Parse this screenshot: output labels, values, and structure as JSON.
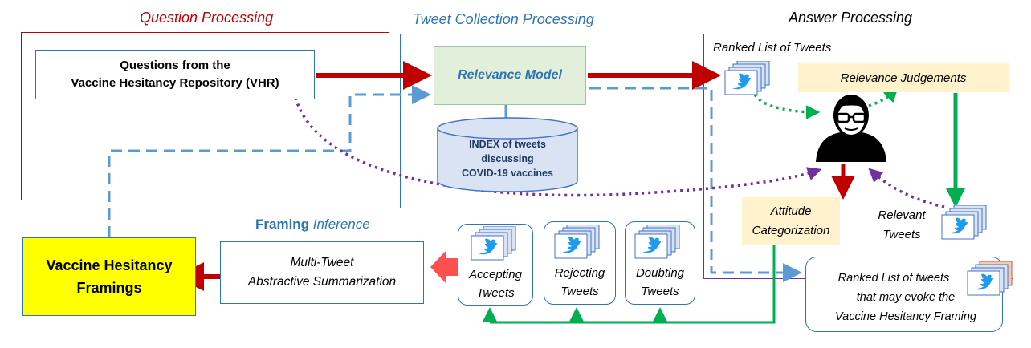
{
  "sections": {
    "question_processing": "Question Processing",
    "tweet_collection": "Tweet Collection Processing",
    "answer_processing": "Answer Processing"
  },
  "nodes": {
    "vhr_line1": "Questions from the",
    "vhr_line2": "Vaccine Hesitancy Repository (VHR)",
    "relevance_model": "Relevance Model",
    "index_line1": "INDEX of tweets",
    "index_line2": "discussing",
    "index_line3": "COVID-19 vaccines",
    "ranked_list": "Ranked List of Tweets",
    "relevance_judgements": "Relevance Judgements",
    "attitude_line1": "Attitude",
    "attitude_line2": "Categorization",
    "relevant_line1": "Relevant",
    "relevant_line2": "Tweets",
    "ranked_evoke_line1": "Ranked List of tweets",
    "ranked_evoke_line2": "that  may evoke the",
    "ranked_evoke_line3": "Vaccine Hesitancy Framing",
    "framing_label_bold": "Framing",
    "framing_label_italic": "Inference",
    "summarization_line1": "Multi-Tweet",
    "summarization_line2": "Abstractive Summarization",
    "framings_line1": "Vaccine Hesitancy",
    "framings_line2": "Framings",
    "accepting_line1": "Accepting",
    "accepting_line2": "Tweets",
    "rejecting_line1": "Rejecting",
    "rejecting_line2": "Tweets",
    "doubting_line1": "Doubting",
    "doubting_line2": "Tweets"
  },
  "colors": {
    "question_red": "#c00000",
    "tweet_blue": "#2e75b6",
    "answer_purple": "#7030a0",
    "relevance_green_fill": "#e2efda",
    "beige_fill": "#fff2cc",
    "framings_yellow": "#ffff00",
    "arrow_dark_red": "#c00000",
    "dashed_blue": "#5b9bd5",
    "dotted_purple": "#7030a0",
    "dotted_green": "#00b050",
    "solid_green": "#00b050"
  }
}
